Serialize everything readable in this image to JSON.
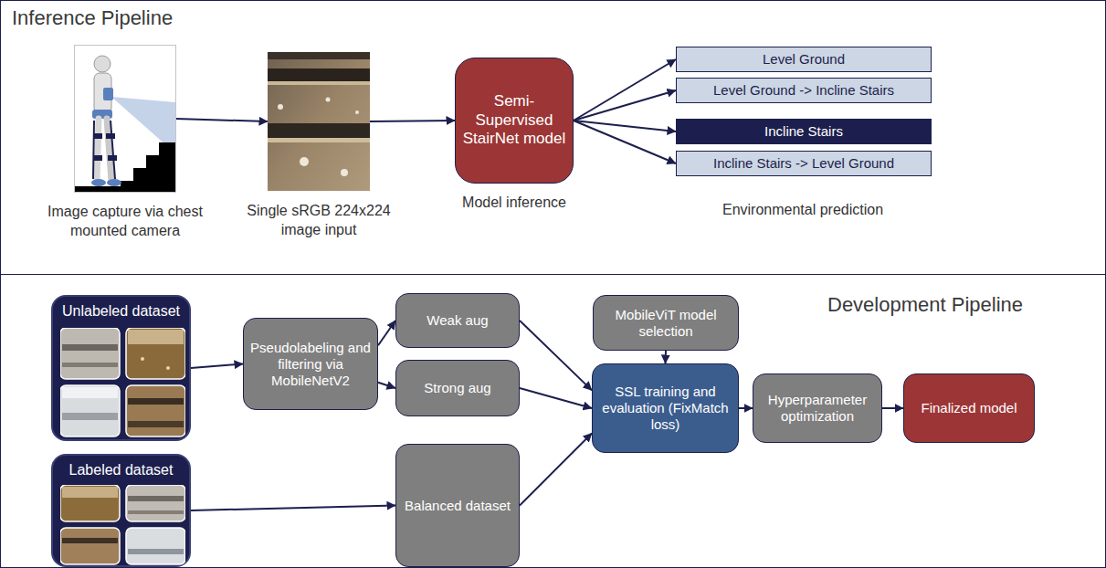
{
  "diagram": {
    "nodes": [
      {
        "text": [
          "Inference Pipeline"
        ]
      },
      {
        "text": [
          "Image capture via chest mounted camera"
        ],
        "in": 0
      },
      {
        "text": [
          "Single sRGB 224x224 image input"
        ],
        "in": 0
      },
      {
        "text": [
          "Semi-Supervised StairNet model",
          "Model inference"
        ],
        "in": 0
      },
      {
        "text": [
          "Level Ground"
        ],
        "in": 0
      },
      {
        "text": [
          "Level Ground -> Incline Stairs"
        ],
        "in": 0
      },
      {
        "text": [
          "Incline Stairs"
        ],
        "in": 0
      },
      {
        "text": [
          "Incline Stairs -> Level Ground"
        ],
        "in": 0
      },
      {
        "text": [
          "Development Pipeline"
        ]
      },
      {
        "text": [
          "Unlabeled dataset"
        ],
        "in": 8
      },
      {
        "text": [
          "Pseudolabeling and filtering via MobileNetV2"
        ],
        "in": 8
      },
      {
        "text": [
          "Weak aug"
        ],
        "in": 8
      },
      {
        "text": [
          "Strong aug"
        ],
        "in": 8
      },
      {
        "text": [
          "MobileViT model selection"
        ],
        "in": 8
      },
      {
        "text": [
          "SSL training and evaluation (FixMatch loss)"
        ],
        "in": 8
      },
      {
        "text": [
          "Hyperparameter optimization"
        ],
        "in": 8
      },
      {
        "text": [
          "Finalized model"
        ],
        "in": 8
      },
      {
        "text": [
          "Labeled dataset"
        ],
        "in": 8
      },
      {
        "text": [
          "Balanced dataset"
        ],
        "in": 8
      }
    ],
    "edges": [
      {
        "from": 1,
        "to": 2,
        "arrow": "to"
      },
      {
        "from": 2,
        "to": 3,
        "arrow": "to"
      },
      {
        "from": 3,
        "to": 4,
        "arrow": "to"
      },
      {
        "from": 3,
        "to": 5,
        "arrow": "to"
      },
      {
        "from": 3,
        "to": 6,
        "arrow": "to"
      },
      {
        "from": 3,
        "to": 7,
        "arrow": "to"
      },
      {
        "from": 9,
        "to": 10,
        "arrow": "to"
      },
      {
        "from": 10,
        "to": 11,
        "arrow": "to"
      },
      {
        "from": 10,
        "to": 12,
        "arrow": "to"
      },
      {
        "from": 11,
        "to": 14,
        "arrow": "to"
      },
      {
        "from": 12,
        "to": 14,
        "arrow": "to"
      },
      {
        "from": 13,
        "to": 14,
        "arrow": "to"
      },
      {
        "from": 14,
        "to": 15,
        "arrow": "to"
      },
      {
        "from": 15,
        "to": 16,
        "arrow": "to"
      },
      {
        "from": 17,
        "to": 18,
        "arrow": "to"
      },
      {
        "from": 18,
        "to": 14,
        "arrow": "to"
      }
    ],
    "labels": [
      "Environmental prediction"
    ]
  }
}
